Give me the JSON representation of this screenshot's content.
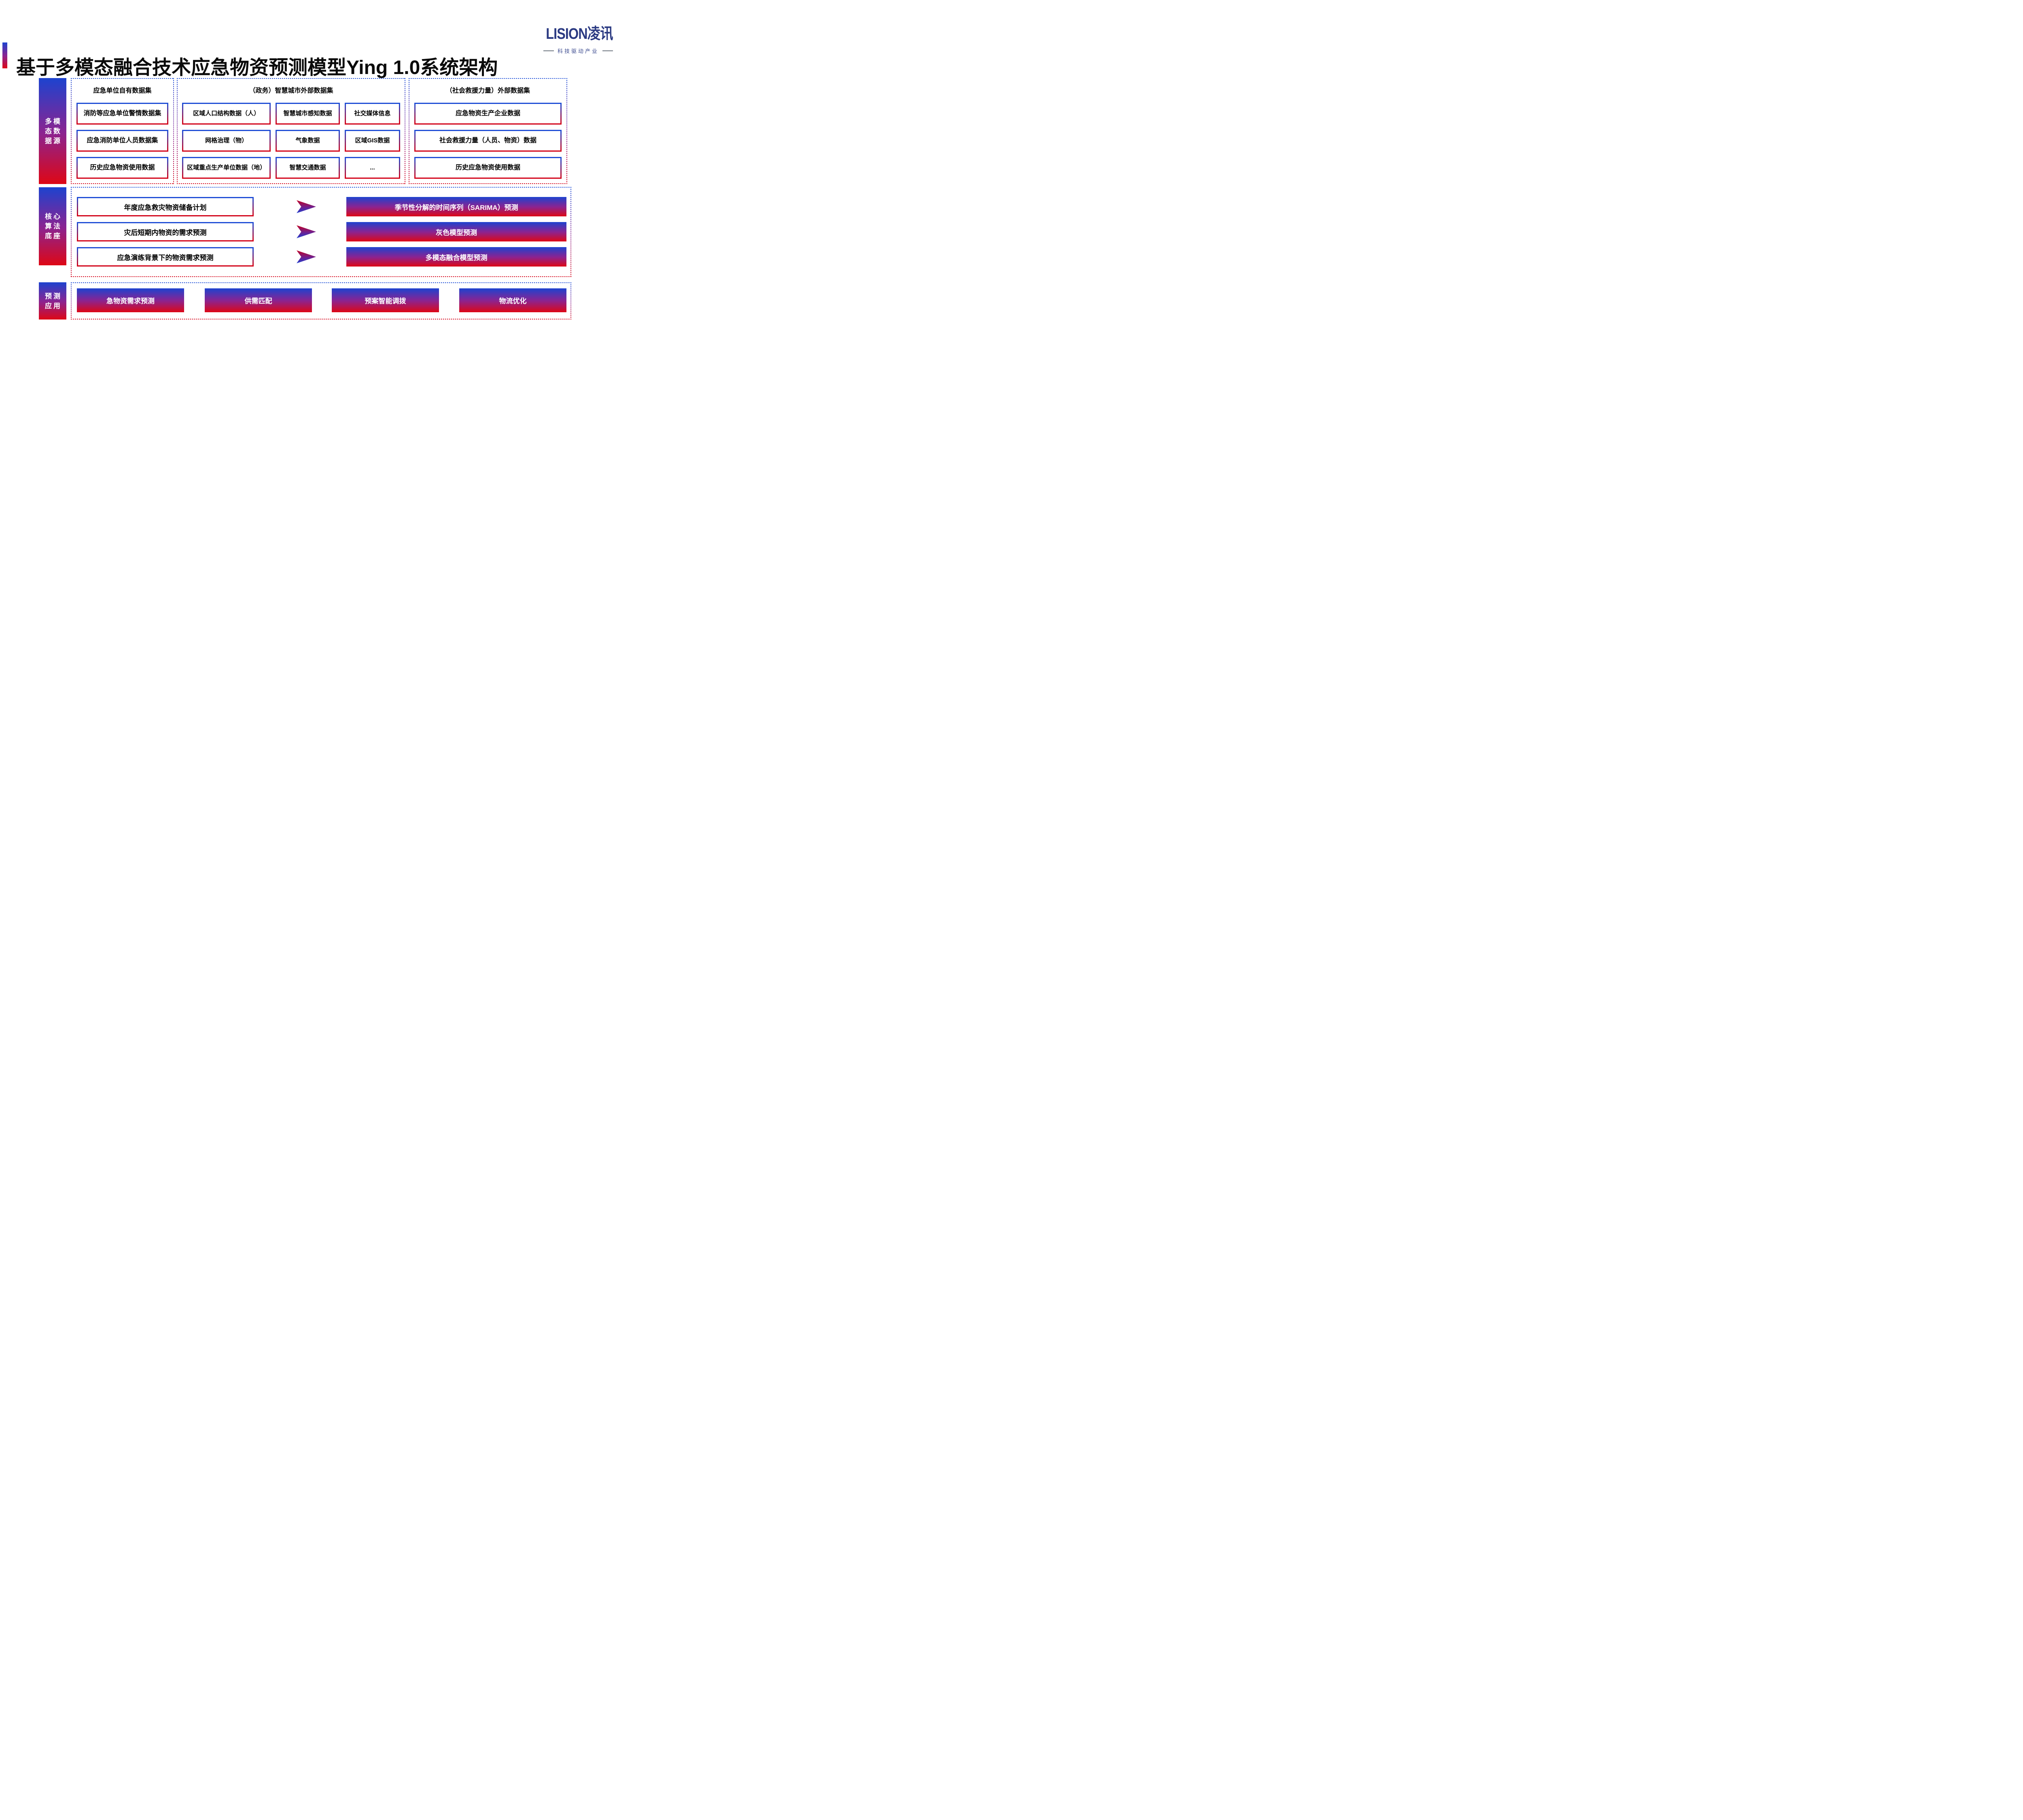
{
  "title": "基于多模态融合技术应急物资预测模型Ying 1.0系统架构",
  "logo": {
    "brand": "LISION凌讯",
    "tagline": "科技驱动产业"
  },
  "colors": {
    "blue": "#1d43cf",
    "red": "#de0715",
    "bblue": "#1e4fd8",
    "bred": "#d40318",
    "navy": "#2b3a82",
    "gray": "#9aa0a6",
    "ink": "#0a0a0a"
  },
  "data_layer": {
    "label_lines": [
      "多模",
      "态数",
      "据源"
    ],
    "groups": [
      {
        "header": "应急单位自有数据集",
        "items": [
          "消防等应急单位警情数据集",
          "应急消防单位人员数据集",
          "历史应急物资使用数据"
        ]
      },
      {
        "header": "（政务）智慧城市外部数据集",
        "cells": [
          "区域人口结构数据（人）",
          "智慧城市感知数据",
          "社交媒体信息",
          "网格治理（物）",
          "气象数据",
          "区域GIS数据",
          "区域重点生产单位数据（地）",
          "智慧交通数据",
          "..."
        ]
      },
      {
        "header": "（社会救援力量）外部数据集",
        "items": [
          "应急物资生产企业数据",
          "社会救援力量（人员、物资）数据",
          "历史应急物资使用数据"
        ]
      }
    ]
  },
  "core_layer": {
    "label_lines": [
      "核心",
      "算法",
      "底座"
    ],
    "scenarios": [
      "年度应急救灾物资储备计划",
      "灾后短期内物资的需求预测",
      "应急演练背景下的物资需求预测"
    ],
    "models": [
      "季节性分解的时间序列（SARIMA）预测",
      "灰色模型预测",
      "多模态融合模型预测"
    ]
  },
  "app_layer": {
    "label_lines": [
      "预测",
      "应用"
    ],
    "items": [
      "急物资需求预测",
      "供需匹配",
      "预案智能调拨",
      "物流优化"
    ]
  }
}
